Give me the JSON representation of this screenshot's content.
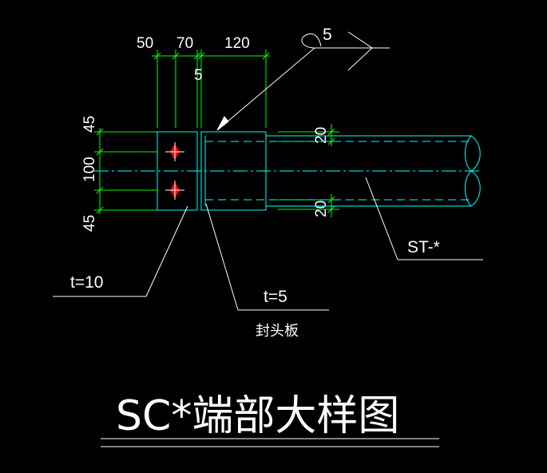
{
  "colors": {
    "background": "#000000",
    "dimension_green": "#00ff00",
    "outline_cyan": "#00ffff",
    "bolt_red": "#ff0000",
    "text_white": "#ffffff"
  },
  "dimensions": {
    "top": [
      "50",
      "70",
      "120"
    ],
    "top_small": "5",
    "left": [
      "45",
      "100",
      "45"
    ],
    "pipe_top_gap": "20",
    "pipe_bottom_gap": "20"
  },
  "weld": {
    "size": "5"
  },
  "labels": {
    "end_plate_thickness": "t=10",
    "cap_plate_thickness": "t=5",
    "cap_plate_name": "封头板",
    "pipe_member": "ST-*"
  },
  "title": "SC*端部大样图"
}
